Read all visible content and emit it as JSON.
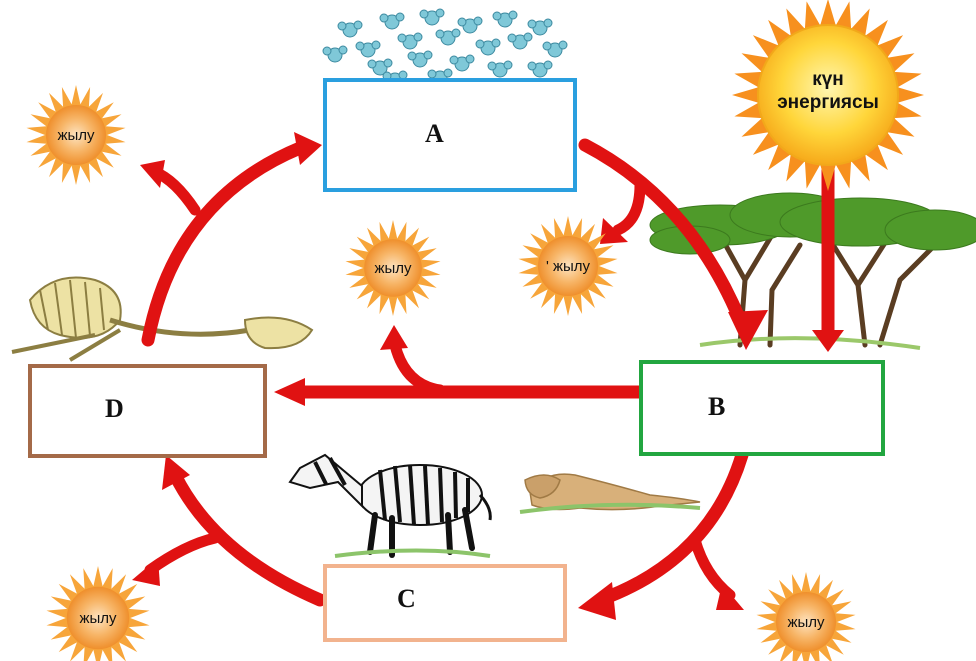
{
  "boxes": {
    "a": {
      "label": "A",
      "border_color": "#2a9fdf"
    },
    "b": {
      "label": "B",
      "border_color": "#22a640"
    },
    "c": {
      "label": "C",
      "border_color": "#f2b38e"
    },
    "d": {
      "label": "D",
      "border_color": "#a46a48"
    }
  },
  "heat": {
    "top_left": "жылу",
    "center": "жылу",
    "right_of_a": "' жылу",
    "bottom_left": "жылу",
    "bottom_right": "жылу"
  },
  "sun": {
    "line1": "күн",
    "line2": "энергиясы"
  },
  "colors": {
    "arrow": "#e01212",
    "sun": "#ffd11a",
    "burst": "#f7a53a",
    "tree": "#4f9a2a"
  },
  "icons": [
    "water-molecules-icon",
    "skeleton-icon",
    "trees-icon",
    "zebra-icon",
    "lion-icon",
    "sun-icon",
    "heat-burst-icon"
  ]
}
